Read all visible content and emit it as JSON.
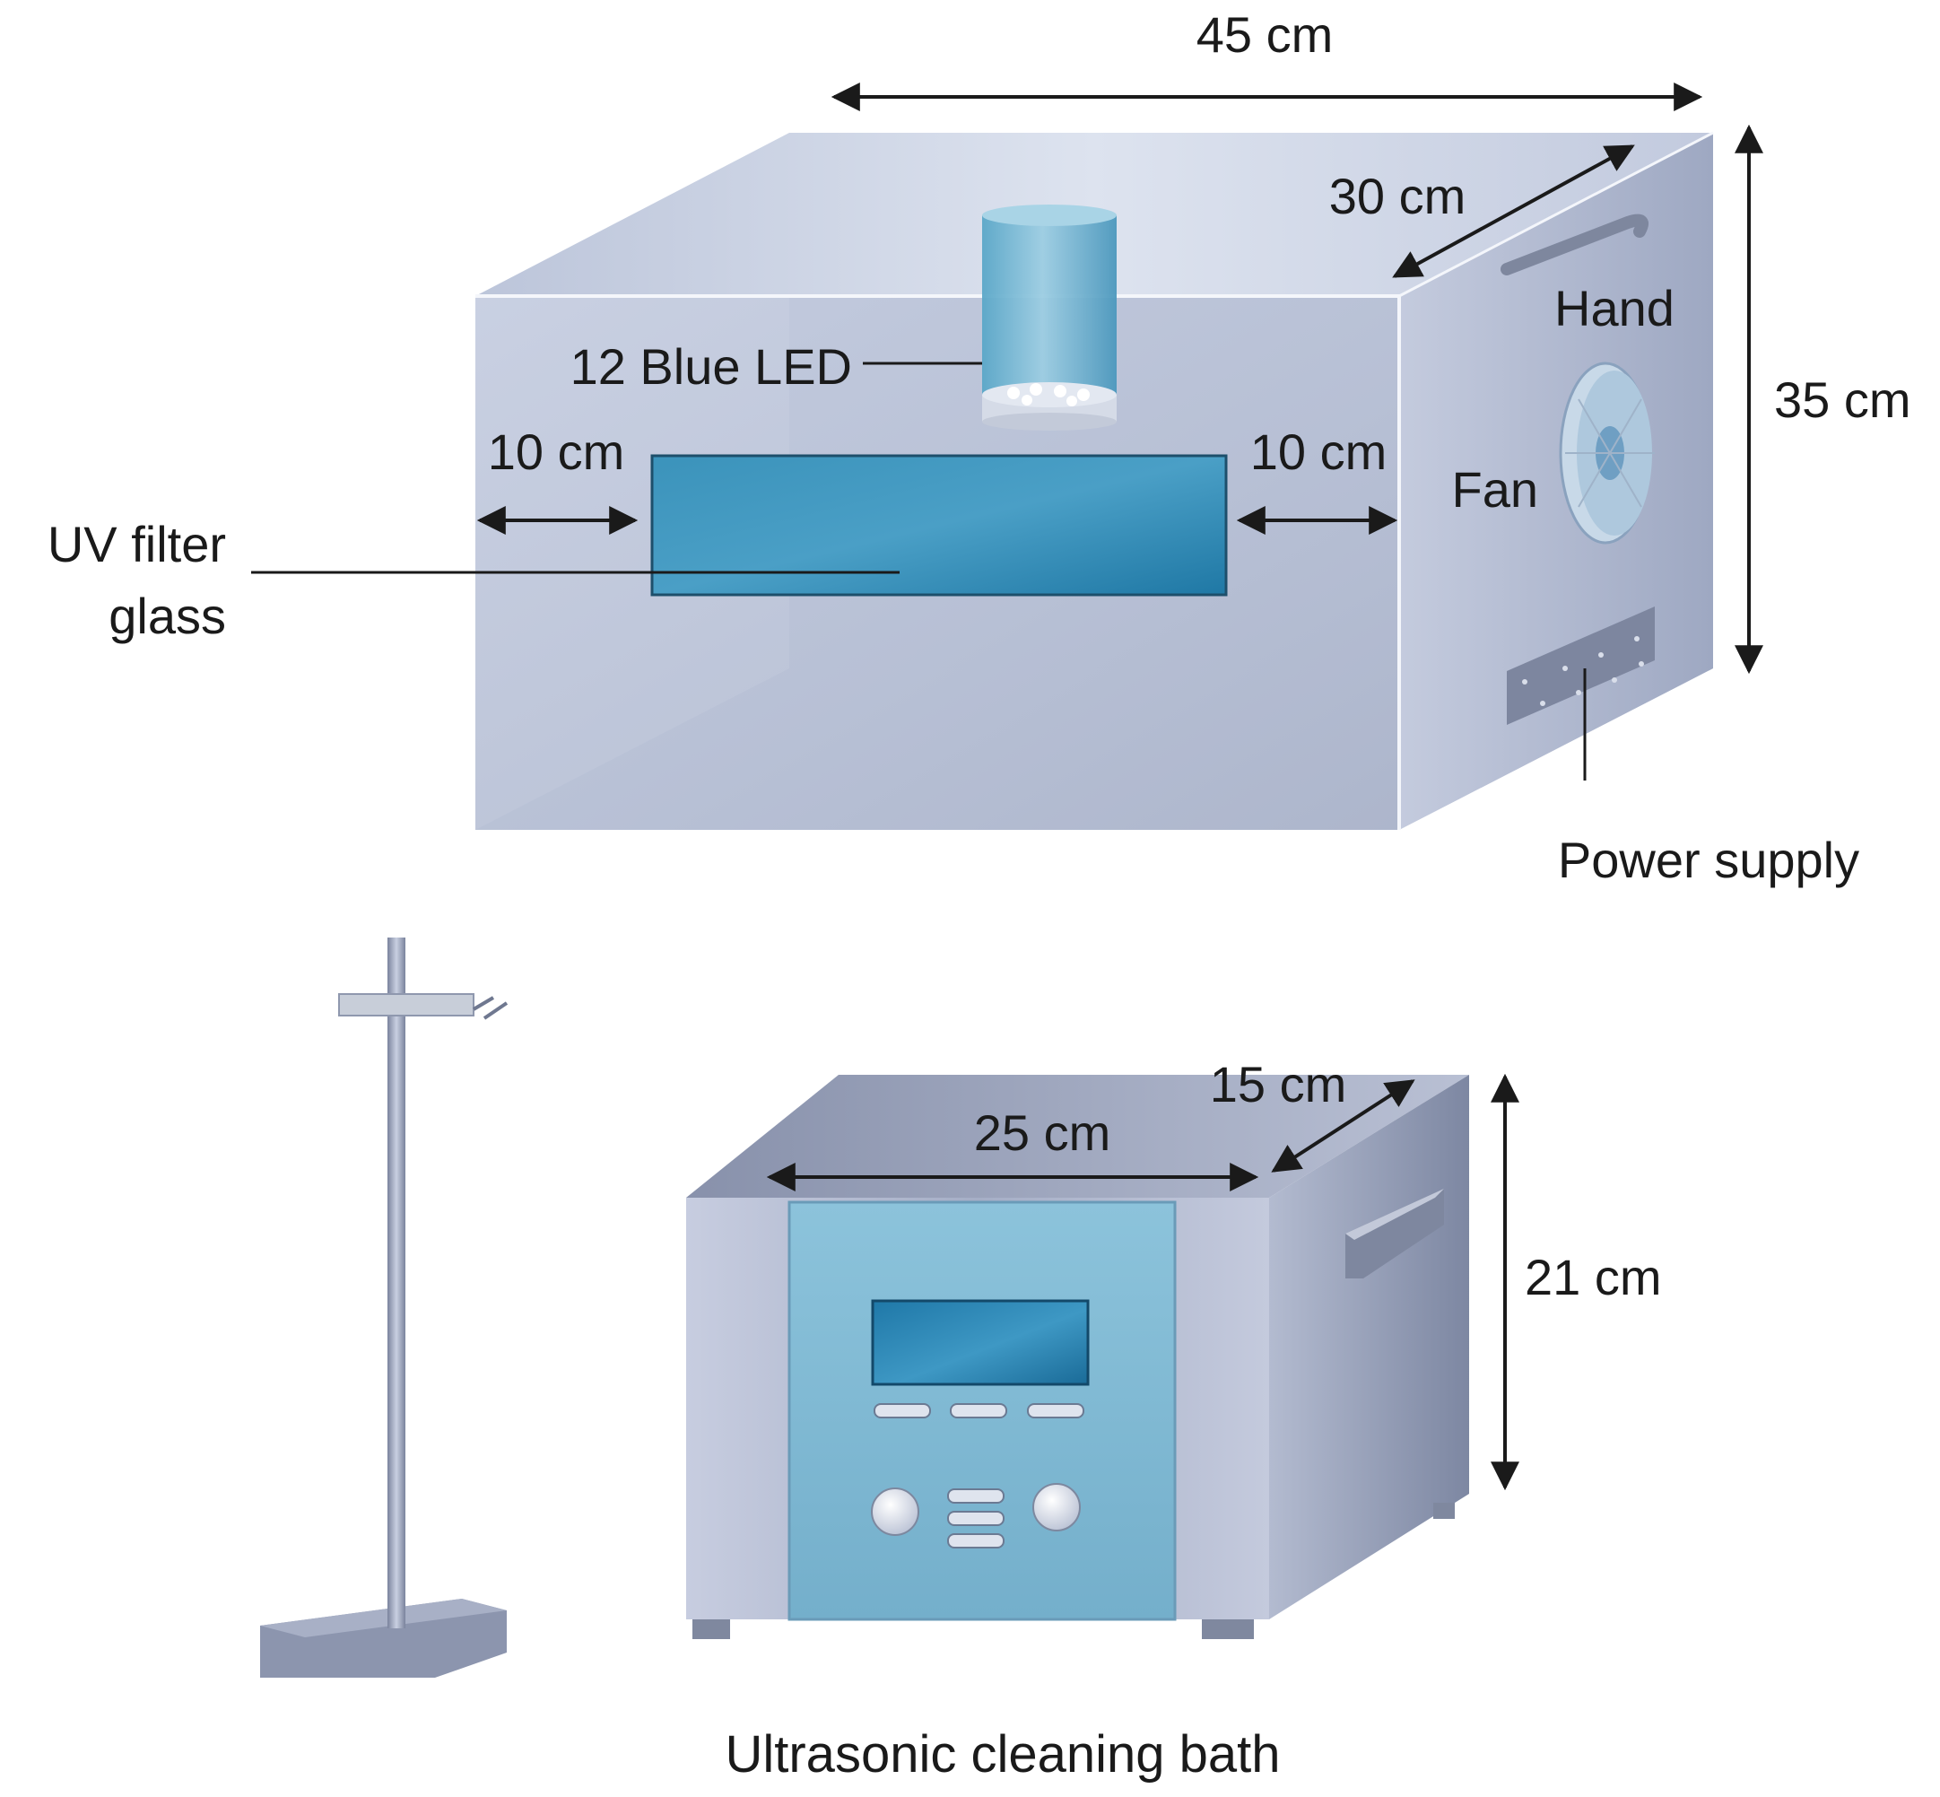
{
  "chamber": {
    "width_label": "45 cm",
    "depth_label": "30 cm",
    "height_label": "35 cm",
    "left_gap_label": "10 cm",
    "right_gap_label": "10 cm",
    "led_label": "12 Blue LED",
    "filter_label_line1": "UV filter",
    "filter_label_line2": "glass",
    "handle_label": "Hand",
    "fan_label": "Fan",
    "power_label": "Power supply"
  },
  "bath": {
    "width_label": "25 cm",
    "depth_label": "15 cm",
    "height_label": "21 cm",
    "caption": "Ultrasonic cleaning bath"
  },
  "colors": {
    "box_front": "#b7c0d6",
    "box_top": "#c9d1e4",
    "box_side": "#a3adc6",
    "filter_glass": "#2f8bb5",
    "bath_panel": "#86bdd6",
    "bath_body": "#a9b1c6",
    "arrow": "#1a1a1a"
  }
}
